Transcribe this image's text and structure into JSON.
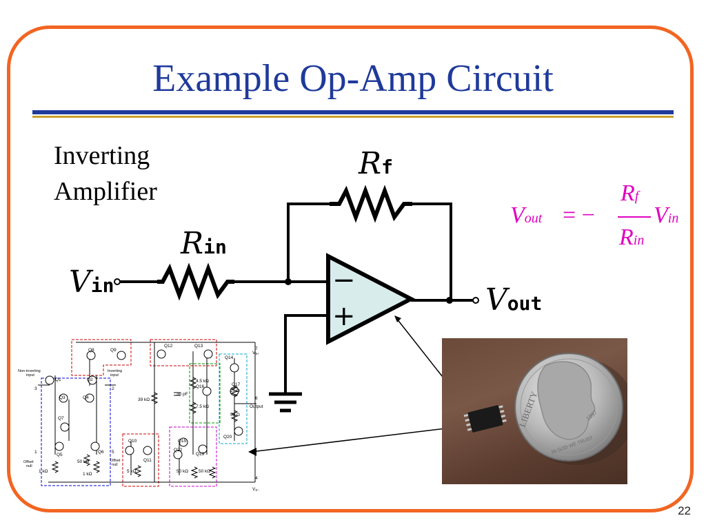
{
  "slide": {
    "title": "Example Op-Amp Circuit",
    "subtitle_line1": "Inverting",
    "subtitle_line2": "Amplifier",
    "page_number": "22"
  },
  "labels": {
    "rf_base": "R",
    "rf_sub": "f",
    "rin_base": "R",
    "rin_sub": "in",
    "vin_base": "V",
    "vin_sub": "in",
    "vout_base": "V",
    "vout_sub": "out",
    "minus": "−",
    "plus": "+"
  },
  "equation": {
    "lhs_base": "V",
    "lhs_sub": "out",
    "equals_neg": "= −",
    "num_base": "R",
    "num_sub": "f",
    "den_base": "R",
    "den_sub": "in",
    "rhs_base": "V",
    "rhs_sub": "in"
  },
  "schematic": {
    "q1": "Q1",
    "q2": "Q2",
    "q3": "Q3",
    "q4": "Q4",
    "q5": "Q5",
    "q6": "Q6",
    "q7": "Q7",
    "q8": "Q8",
    "q9": "Q9",
    "q10": "Q10",
    "q11": "Q11",
    "q12": "Q12",
    "q13": "Q13",
    "q14": "Q14",
    "q15": "Q15",
    "q16": "Q16",
    "q17": "Q17",
    "q19": "Q19",
    "q20": "Q20",
    "q22": "Q22",
    "noninv": "Non-inverting",
    "input": "input",
    "inv": "Inverting",
    "input2": "input",
    "offset_null_l1": "Offset",
    "offset_null_l2": "null",
    "offset_null_r1": "Offset",
    "offset_null_r2": "null",
    "r_1k_a": "1 kΩ",
    "r_50k_a": "50 kΩ",
    "r_1k_b": "1 kΩ",
    "r_5k": "5 kΩ",
    "r_39k": "39 kΩ",
    "c_30p": "30 pF",
    "r_45k": "4.5 kΩ",
    "r_75k": "7.5 kΩ",
    "r_25": "25 Ω",
    "r_50": "50 Ω",
    "r_50k_b": "50 kΩ",
    "r_50k_c": "50 kΩ",
    "output": "Output",
    "vsp": "V",
    "vsp_sub": "S+",
    "vsm": "V",
    "vsm_sub": "S−",
    "pin1": "1",
    "pin2": "2",
    "pin3": "3",
    "pin4": "4",
    "pin5": "5",
    "pin6": "6",
    "pin7": "7"
  },
  "photo": {
    "coin_text_liberty": "LIBERTY",
    "coin_text_igwt": "IN GOD WE TRUST",
    "coin_year": "1997"
  }
}
